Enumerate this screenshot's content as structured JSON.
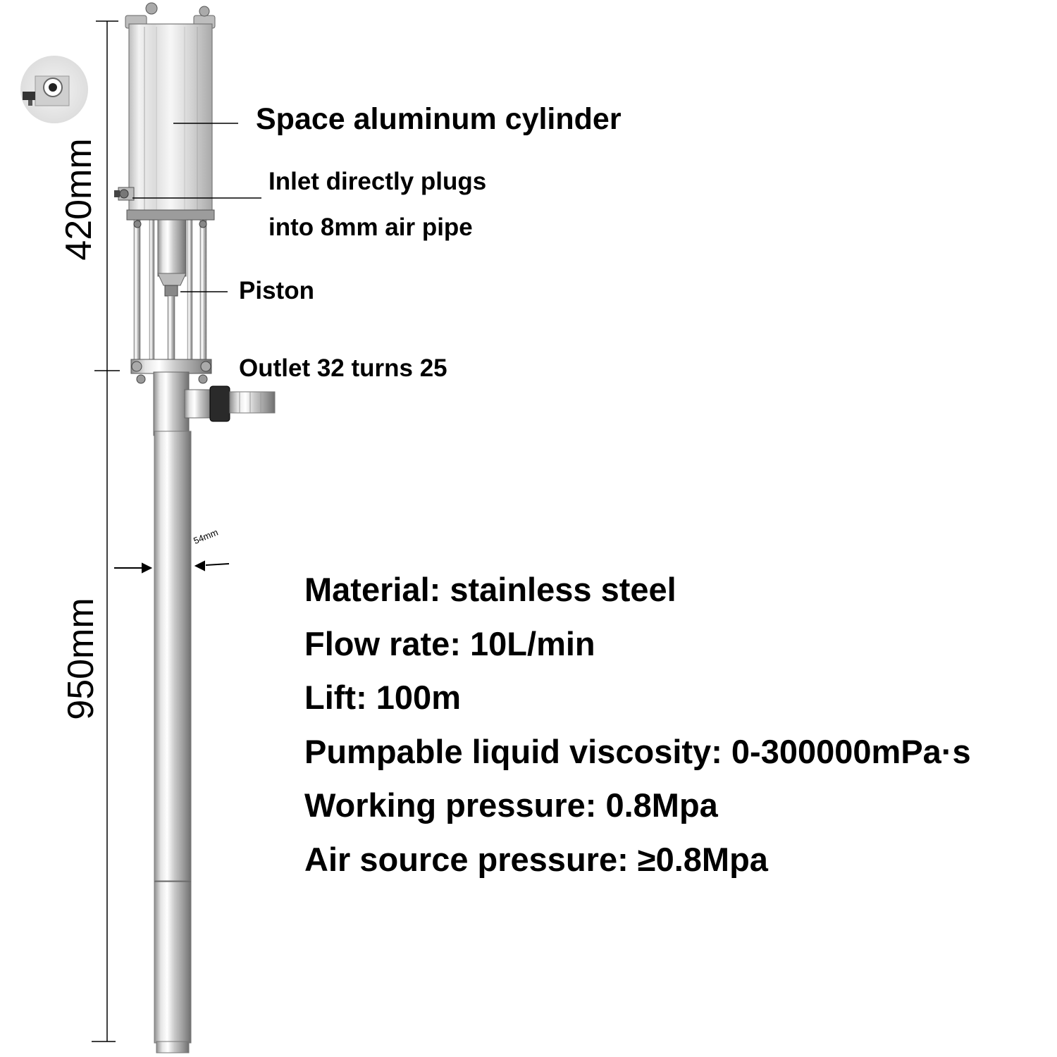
{
  "callouts": {
    "cylinder": "Space aluminum cylinder",
    "inlet_line1": "Inlet directly plugs",
    "inlet_line2": "into 8mm air pipe",
    "piston": "Piston",
    "outlet": "Outlet 32 turns 25"
  },
  "dimensions": {
    "upper_length": "420mm",
    "lower_length": "950mm",
    "tube_diameter": "54mm"
  },
  "specs": [
    "Material: stainless steel",
    "Flow rate: 10L/min",
    "Lift: 100m",
    "Pumpable liquid viscosity: 0-300000mPa·s",
    "Working pressure: 0.8Mpa",
    "Air source pressure: ≥0.8Mpa"
  ]
}
